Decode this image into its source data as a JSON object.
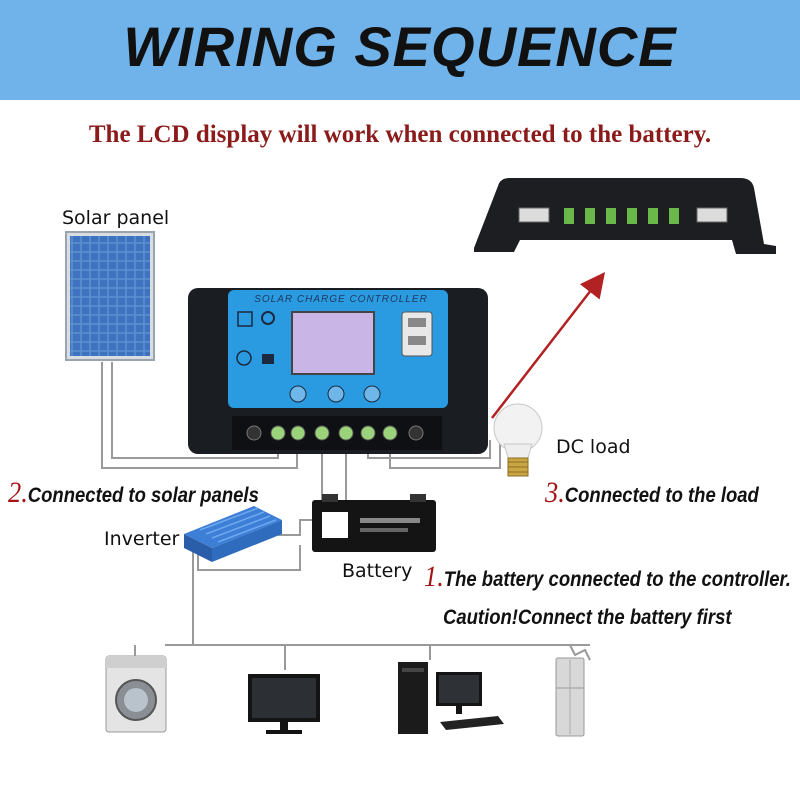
{
  "header": {
    "title": "WIRING SEQUENCE",
    "bg_color": "#6fb3ea"
  },
  "note": "The LCD display will work when connected to the battery.",
  "labels": {
    "solar_panel": "Solar panel",
    "dc_load": "DC load",
    "inverter": "Inverter",
    "battery": "Battery",
    "controller": "SOLAR CHARGE CONTROLLER"
  },
  "steps": [
    {
      "num": "1.",
      "text": "The battery connected to the controller."
    },
    {
      "num": "2.",
      "text": "Connected to solar panels"
    },
    {
      "num": "3.",
      "text": "Connected to the load"
    }
  ],
  "caution": "Caution!Connect the battery first",
  "appliances": [
    "washing-machine-icon",
    "monitor-icon",
    "desktop-computer-icon",
    "refrigerator-icon"
  ],
  "colors": {
    "step_number": "#a31515",
    "note": "#8b1a1a",
    "arrow": "#b22222",
    "wire": "#9a9a9a"
  }
}
